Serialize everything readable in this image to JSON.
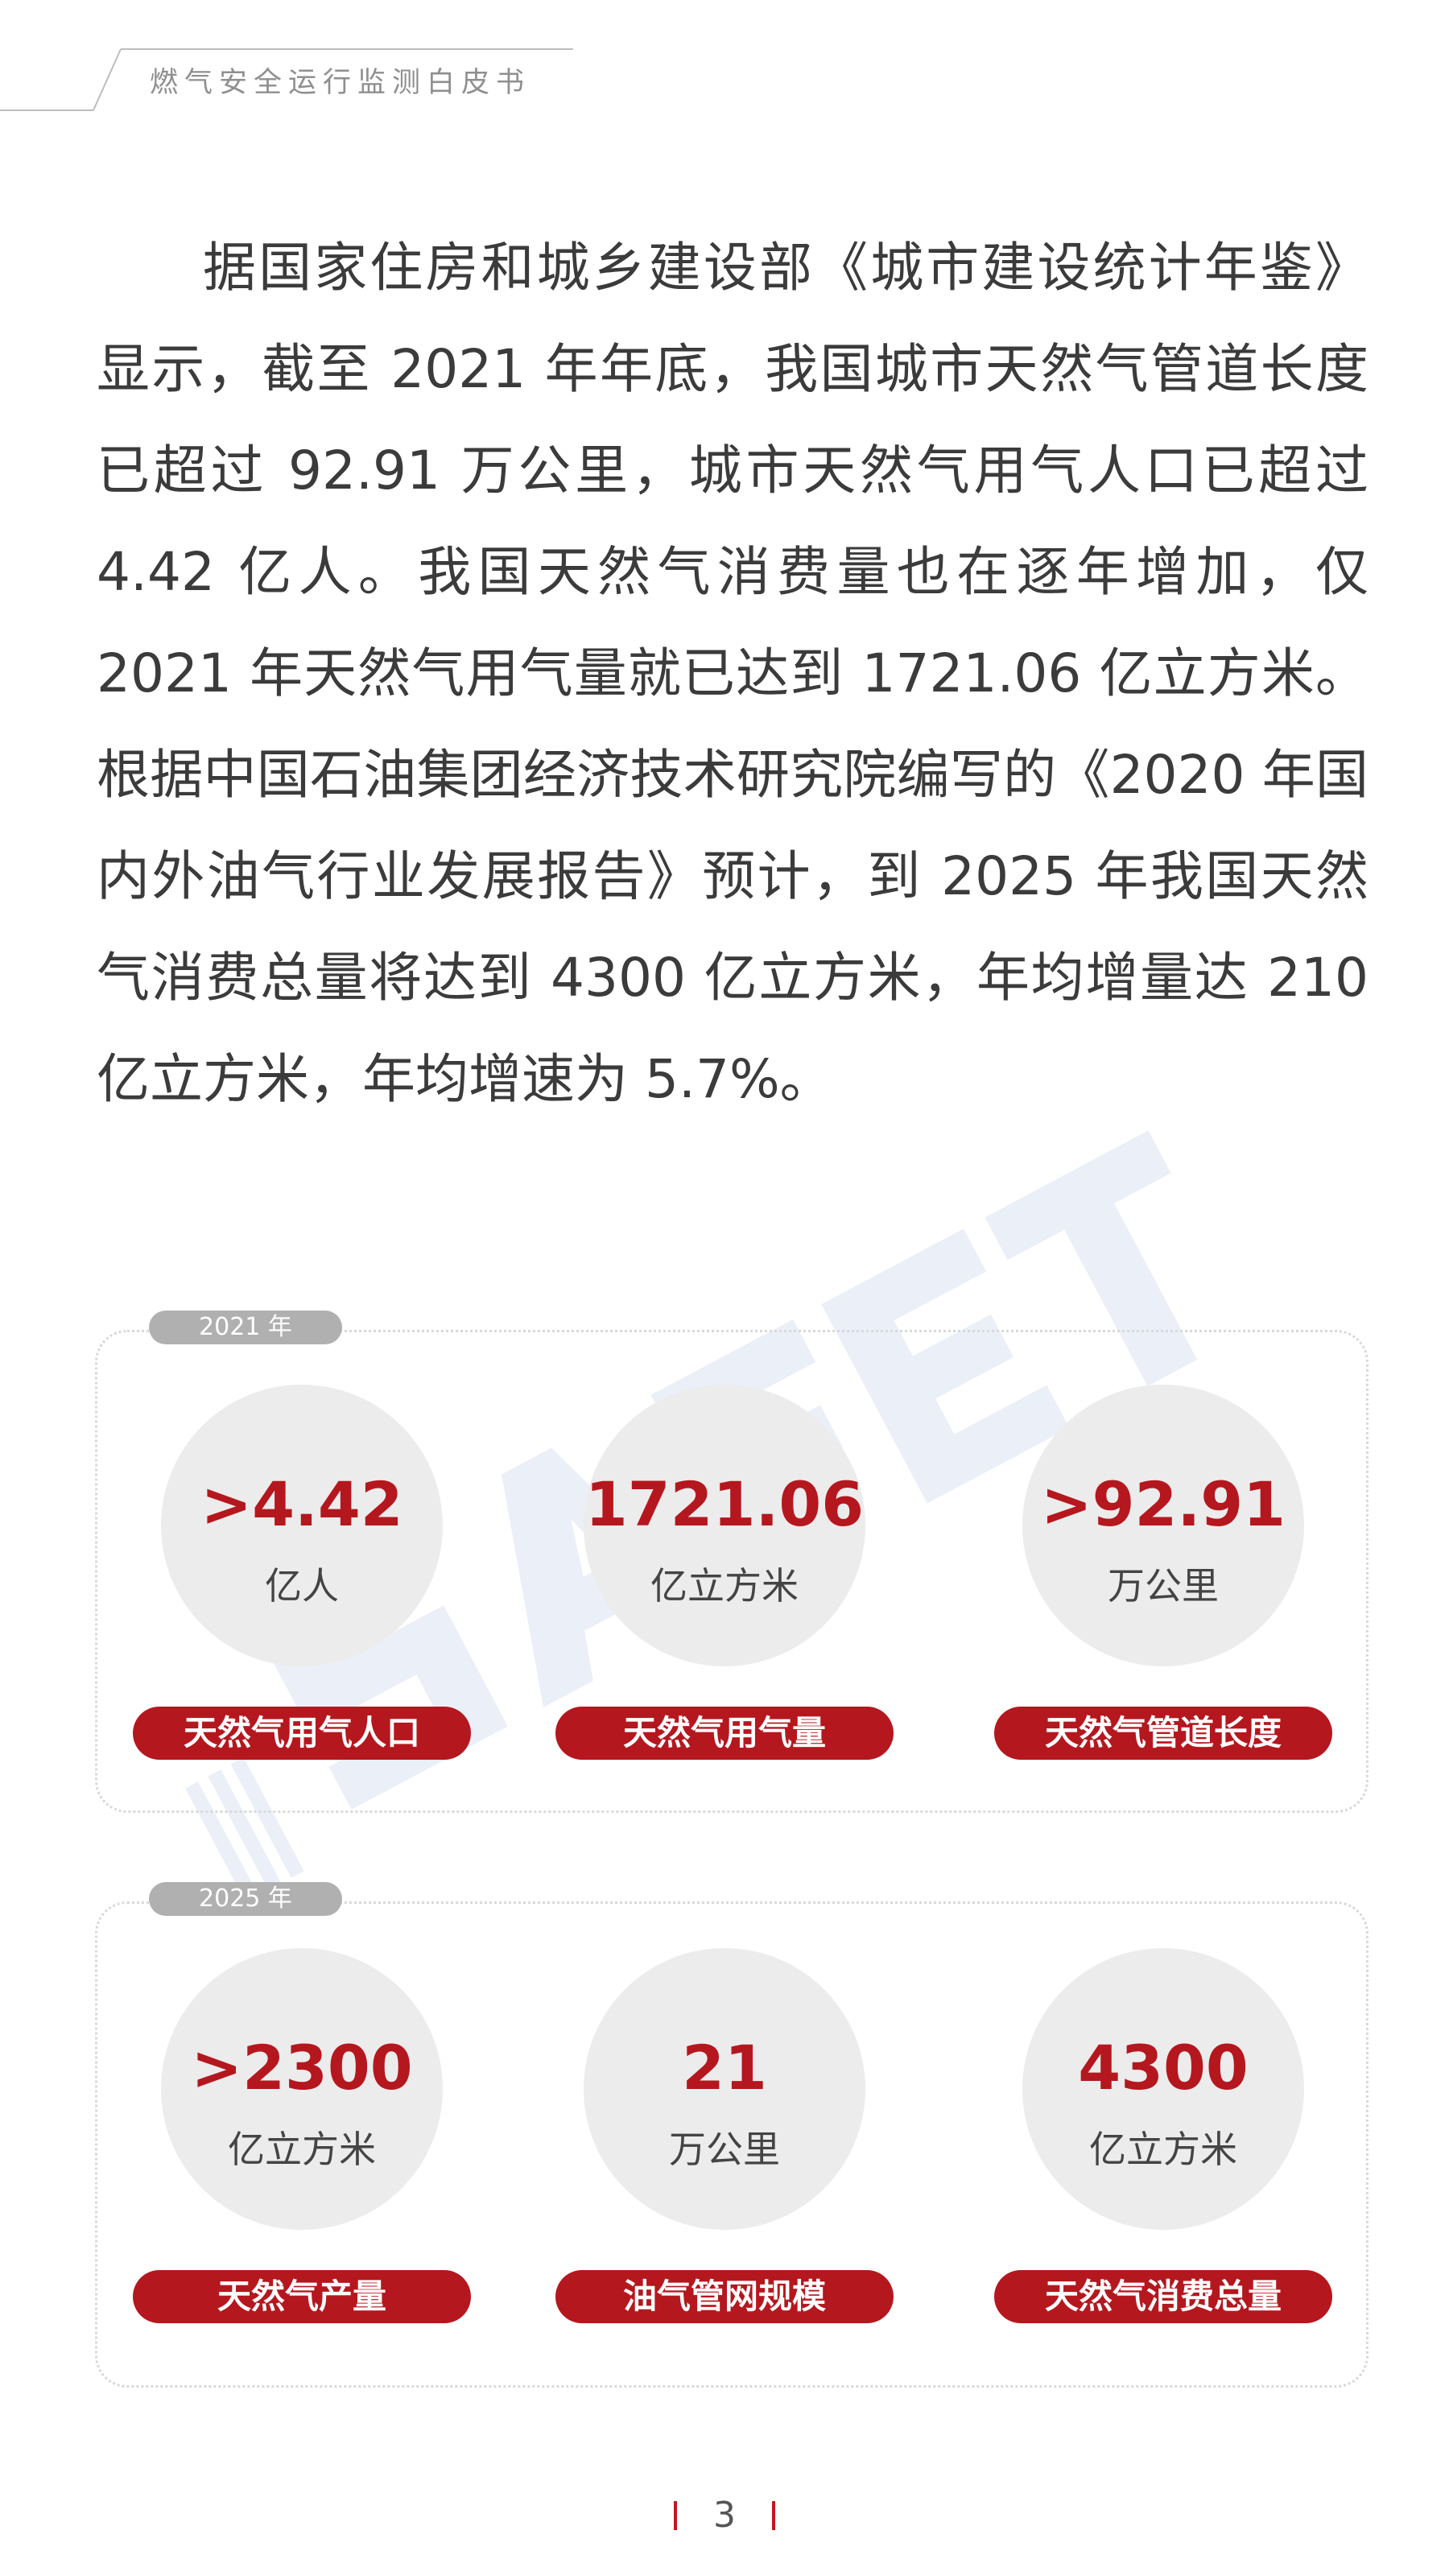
{
  "header": {
    "title": "燃气安全运行监测白皮书"
  },
  "body": {
    "paragraph": "据国家住房和城乡建设部《城市建设统计年鉴》显示，截至 2021 年年底，我国城市天然气管道长度已超过 92.91 万公里，城市天然气用气人口已超过 4.42 亿人。我国天然气消费量也在逐年增加，仅 2021 年天然气用气量就已达到 1721.06 亿立方米。根据中国石油集团经济技术研究院编写的《2020 年国内外油气行业发展报告》预计，到 2025 年我国天然气消费总量将达到 4300 亿立方米，年均增量达 210 亿立方米，年均增速为 5.7%。"
  },
  "stats_2021": {
    "year_label": "2021 年",
    "items": [
      {
        "value": ">4.42",
        "unit": "亿人",
        "label": "天然气用气人口"
      },
      {
        "value": "1721.06",
        "unit": "亿立方米",
        "label": "天然气用气量"
      },
      {
        "value": ">92.91",
        "unit": "万公里",
        "label": "天然气管道长度"
      }
    ]
  },
  "stats_2025": {
    "year_label": "2025 年",
    "items": [
      {
        "value": ">2300",
        "unit": "亿立方米",
        "label": "天然气产量"
      },
      {
        "value": "21",
        "unit": "万公里",
        "label": "油气管网规模"
      },
      {
        "value": "4300",
        "unit": "亿立方米",
        "label": "天然气消费总量"
      }
    ]
  },
  "footer": {
    "page_number": "3"
  },
  "colors": {
    "accent_red": "#b5171e",
    "circle_gray": "#ececec",
    "pill_gray": "#b0b0b0"
  }
}
